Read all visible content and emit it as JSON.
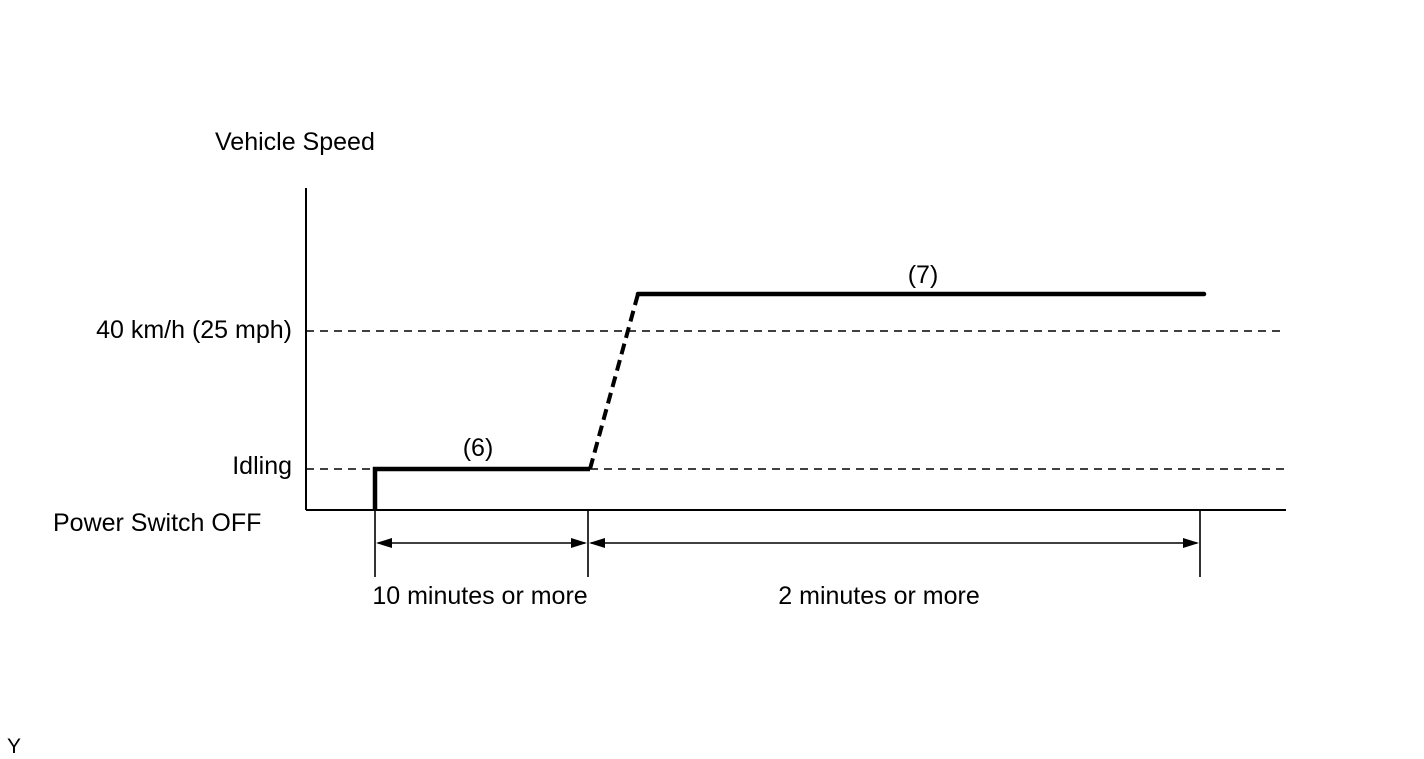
{
  "diagram": {
    "y_axis_title": "Vehicle Speed",
    "speed_level_label": "40 km/h (25 mph)",
    "idle_level_label": "Idling",
    "baseline_label": "Power Switch OFF",
    "segment_idle_step": "(6)",
    "segment_speed_step": "(7)",
    "interval_1_label": "10 minutes or more",
    "interval_2_label": "2 minutes or more",
    "figure_mark": "Y"
  }
}
